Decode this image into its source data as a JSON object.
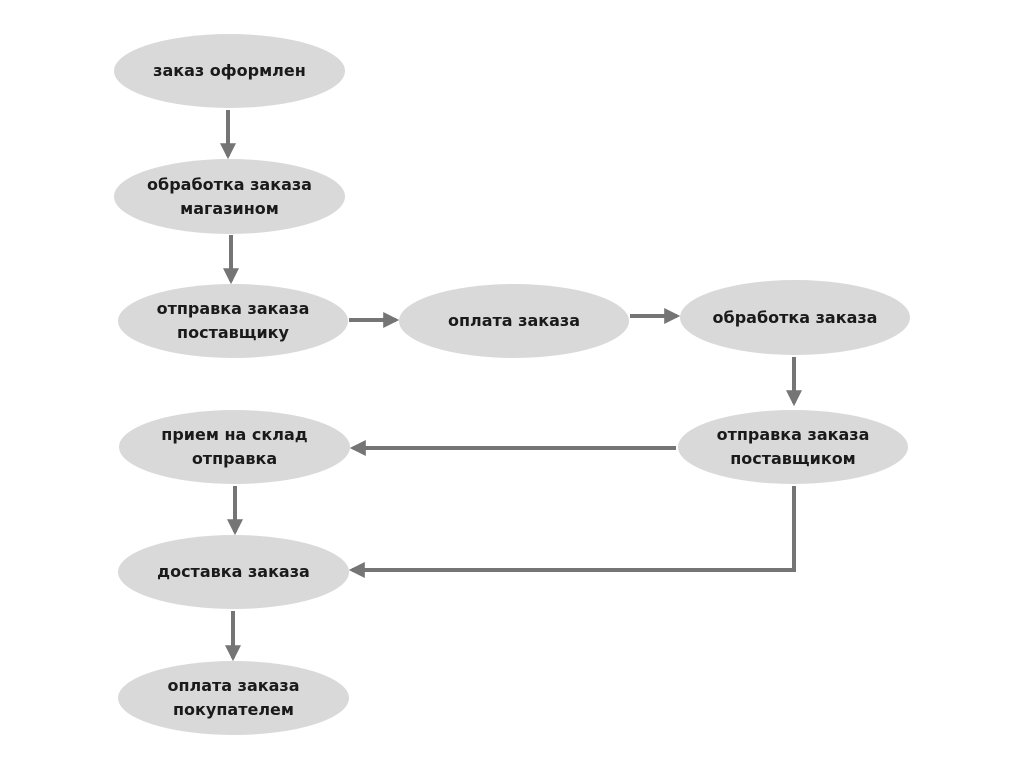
{
  "diagram": {
    "type": "flowchart",
    "colors": {
      "node_fill": "#d9d9d9",
      "edge": "#757575",
      "text": "#1a1a1a",
      "background": "#ffffff"
    },
    "nodes": [
      {
        "id": "order_placed",
        "label": "заказ оформлен"
      },
      {
        "id": "store_processing",
        "label": "обработка заказа\nмагазином"
      },
      {
        "id": "send_to_supplier",
        "label": "отправка заказа\nпоставщику"
      },
      {
        "id": "order_payment",
        "label": "оплата заказа"
      },
      {
        "id": "order_processing",
        "label": "обработка заказа"
      },
      {
        "id": "supplier_shipping",
        "label": "отправка заказа\nпоставщиком"
      },
      {
        "id": "warehouse_receipt",
        "label": "прием на склад\nотправка"
      },
      {
        "id": "delivery",
        "label": "доставка заказа"
      },
      {
        "id": "buyer_payment",
        "label": "оплата заказа\nпокупателем"
      }
    ],
    "edges": [
      {
        "from": "order_placed",
        "to": "store_processing"
      },
      {
        "from": "store_processing",
        "to": "send_to_supplier"
      },
      {
        "from": "send_to_supplier",
        "to": "order_payment"
      },
      {
        "from": "order_payment",
        "to": "order_processing"
      },
      {
        "from": "order_processing",
        "to": "supplier_shipping"
      },
      {
        "from": "supplier_shipping",
        "to": "warehouse_receipt"
      },
      {
        "from": "supplier_shipping",
        "to": "delivery"
      },
      {
        "from": "warehouse_receipt",
        "to": "delivery"
      },
      {
        "from": "delivery",
        "to": "buyer_payment"
      }
    ]
  }
}
